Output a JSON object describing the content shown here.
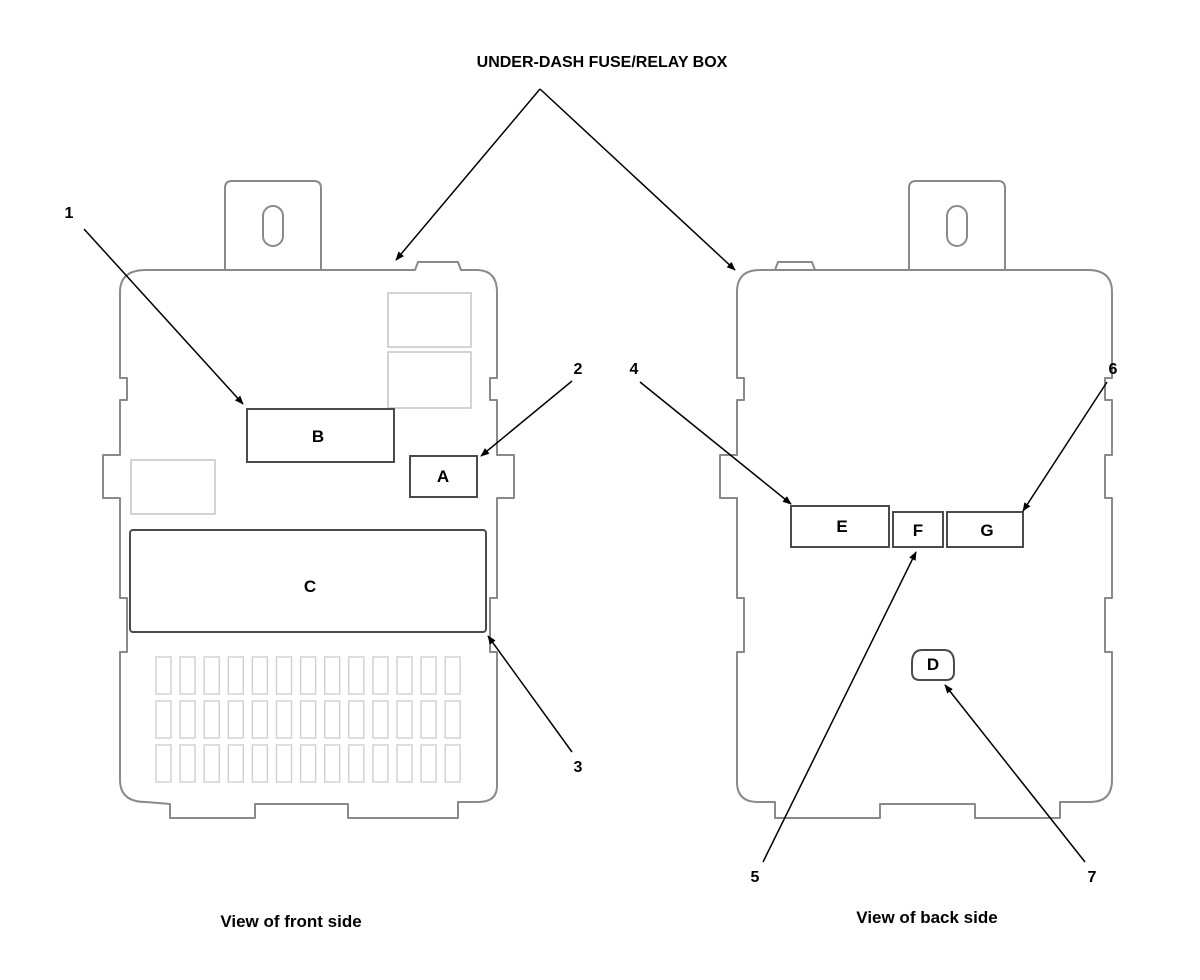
{
  "diagram": {
    "title": "UNDER-DASH FUSE/RELAY BOX",
    "callouts": [
      {
        "id": "1",
        "label": "1"
      },
      {
        "id": "2",
        "label": "2"
      },
      {
        "id": "3",
        "label": "3"
      },
      {
        "id": "4",
        "label": "4"
      },
      {
        "id": "5",
        "label": "5"
      },
      {
        "id": "6",
        "label": "6"
      },
      {
        "id": "7",
        "label": "7"
      }
    ],
    "connectors": {
      "a": "A",
      "b": "B",
      "c": "C",
      "d": "D",
      "e": "E",
      "f": "F",
      "g": "G"
    },
    "views": {
      "front": "View of front side",
      "back": "View of back side"
    },
    "colors": {
      "outline": "#8a8a8a",
      "faint_outline": "#c8c8c8",
      "connector_outline": "#4a4a4a",
      "leader": "#000000",
      "background": "#ffffff"
    }
  }
}
